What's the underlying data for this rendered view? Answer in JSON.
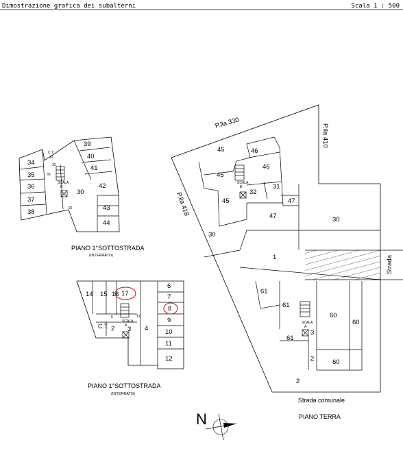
{
  "header": {
    "title": "Dimostrazione grafica dei subalterni",
    "scale": "Scala 1 : 500"
  },
  "plan_top": {
    "caption": "PIANO 1°SOTTOSTRADA",
    "sub": "(INTERRATO)",
    "units": [
      "34",
      "35",
      "36",
      "37",
      "38",
      "39",
      "40",
      "41",
      "42",
      "43",
      "44",
      "30"
    ],
    "ct": "C.T.",
    "ct_num": "32",
    "small": [
      "32",
      "33",
      "32",
      "32"
    ],
    "scala": "SCALA",
    "scala_letter": "B"
  },
  "plan_bottom": {
    "caption": "PIANO 1°SOTTOSTRADA",
    "sub": "(INTERRATO)",
    "units": [
      "14",
      "15",
      "16",
      "17",
      "6",
      "7",
      "8",
      "9",
      "10",
      "11",
      "12",
      "13",
      "5",
      "2",
      "3",
      "4"
    ],
    "ct": "C.T.",
    "scala": "SCALA",
    "scala_letter": "A"
  },
  "plan_ground": {
    "caption": "PIANO TERRA",
    "parcels": [
      "P.lla 330",
      "P.lla 410",
      "P.lla 418"
    ],
    "units": [
      "45",
      "46",
      "45",
      "46",
      "45",
      "31",
      "32",
      "47",
      "47",
      "30",
      "30",
      "1",
      "61",
      "61",
      "60",
      "60",
      "61",
      "3",
      "2",
      "60",
      "2"
    ],
    "scala": "SCALA",
    "scala_letter": "A",
    "scala_b": "B",
    "strada": "Strada",
    "strada_comunale": "Strada comunale"
  },
  "north": "N",
  "colors": {
    "ink": "#000000",
    "highlight": "#d22a2a"
  }
}
